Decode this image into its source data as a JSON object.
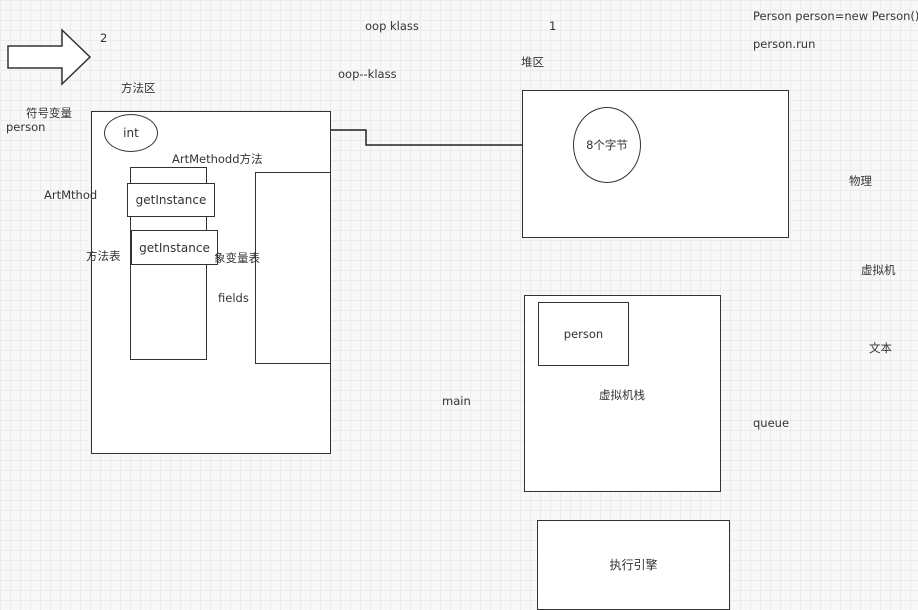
{
  "labels": {
    "num_2": "2",
    "num_1": "1",
    "oop_klass": "oop   klass",
    "oop_dash_klass": "oop--klass",
    "person_decl": "Person   person=new Person()",
    "person_run": "person.run",
    "heap": "堆区",
    "method_area": "方法区",
    "symbol_var": "符号变量",
    "person_left": "person",
    "int_node": "int",
    "artmethod_method": "ArtMethodd方法",
    "artmthod": "ArtMthod",
    "get_instance_1": "getInstance",
    "get_instance_2": "getInstance",
    "method_table": "方法表",
    "obj_var_table": "象变量表",
    "fields": "fields",
    "eight_bytes": "8个字节",
    "physical": "物理",
    "virtual_machine": "虚拟机",
    "text": "文本",
    "main": "main",
    "person_frame": "person",
    "vm_stack": "虚拟机栈",
    "queue": "queue",
    "exec_engine": "执行引擎"
  }
}
